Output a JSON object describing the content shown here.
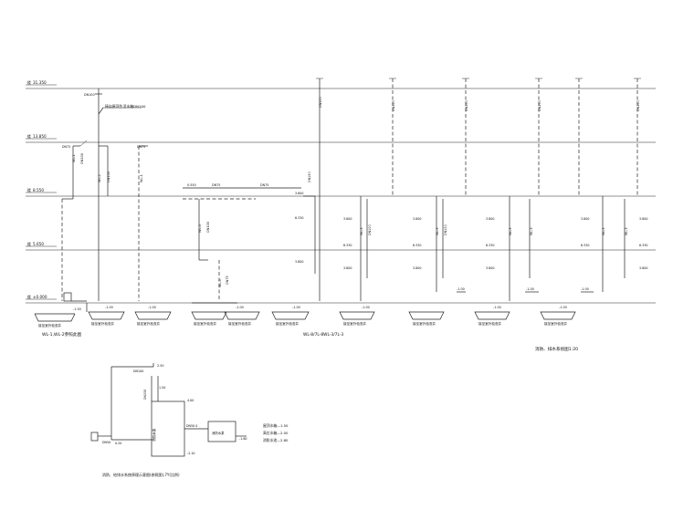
{
  "floors": [
    {
      "level": "31.350"
    },
    {
      "level": "13.850"
    },
    {
      "level": "8.550"
    },
    {
      "level": "5.650"
    },
    {
      "level": "±0.000"
    }
  ],
  "top_note": "接自屋顶生活水箱DN100",
  "drain_label": "接至室外检查井",
  "dim_labels": [
    "DN50",
    "DN75",
    "DN100",
    "DN150",
    "-1.00",
    "-1.50",
    "0.550",
    "3.800",
    "6.330"
  ],
  "group_label_1": "WL-1,WL-2参照此图",
  "group_label_2": "WL-8/7L-8WL-3/7L-3",
  "diagram_caption": "消防、排水系统图1:20",
  "bottom_caption": "消防、给排水系统原理示意图(参照图),7Y(比例)",
  "legend": [
    "屋顶水箱—1.50",
    "高位水箱—2.00",
    "消防水池—2.80"
  ],
  "equipment_label": "消防水泵"
}
